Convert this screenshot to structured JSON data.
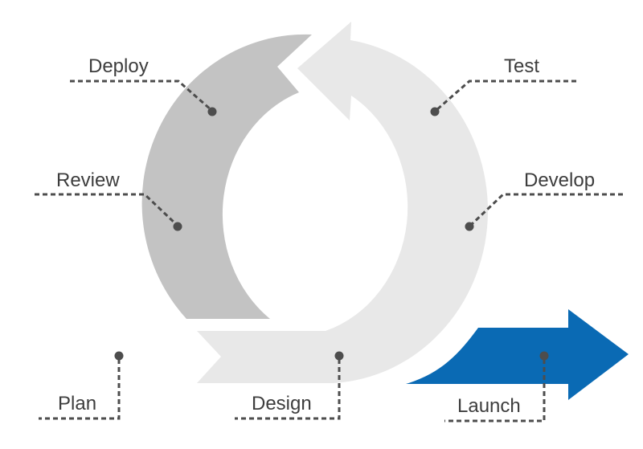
{
  "diagram": {
    "colors": {
      "arc_dark": "#c3c3c3",
      "arc_light": "#e8e8e8",
      "accent": "#0a6ab4",
      "leader": "#4d4d4d",
      "text": "#3d3d3d"
    },
    "stages": {
      "deploy": "Deploy",
      "test": "Test",
      "review": "Review",
      "develop": "Develop",
      "plan": "Plan",
      "design": "Design",
      "launch": "Launch"
    }
  }
}
